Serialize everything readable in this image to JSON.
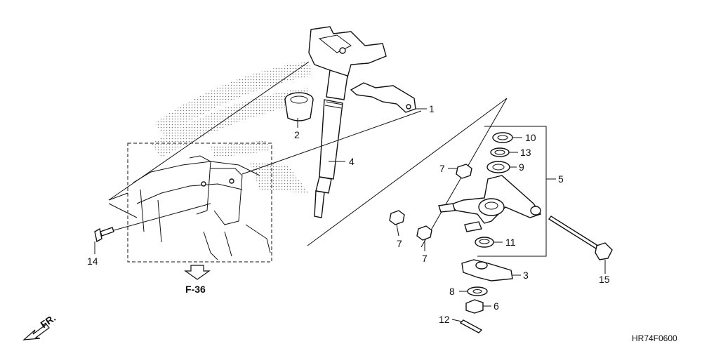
{
  "callouts": {
    "c1": "1",
    "c2": "2",
    "c3": "3",
    "c4": "4",
    "c5": "5",
    "c6": "6",
    "c7a": "7",
    "c7b": "7",
    "c7c": "7",
    "c8": "8",
    "c9": "9",
    "c10": "10",
    "c11": "11",
    "c12": "12",
    "c13": "13",
    "c14": "14",
    "c15": "15"
  },
  "reference": "F-36",
  "direction": "FR.",
  "diagram_code": "HR74F0600",
  "colors": {
    "ink": "#111111",
    "background": "#ffffff",
    "dots": "#7a7a7a"
  }
}
